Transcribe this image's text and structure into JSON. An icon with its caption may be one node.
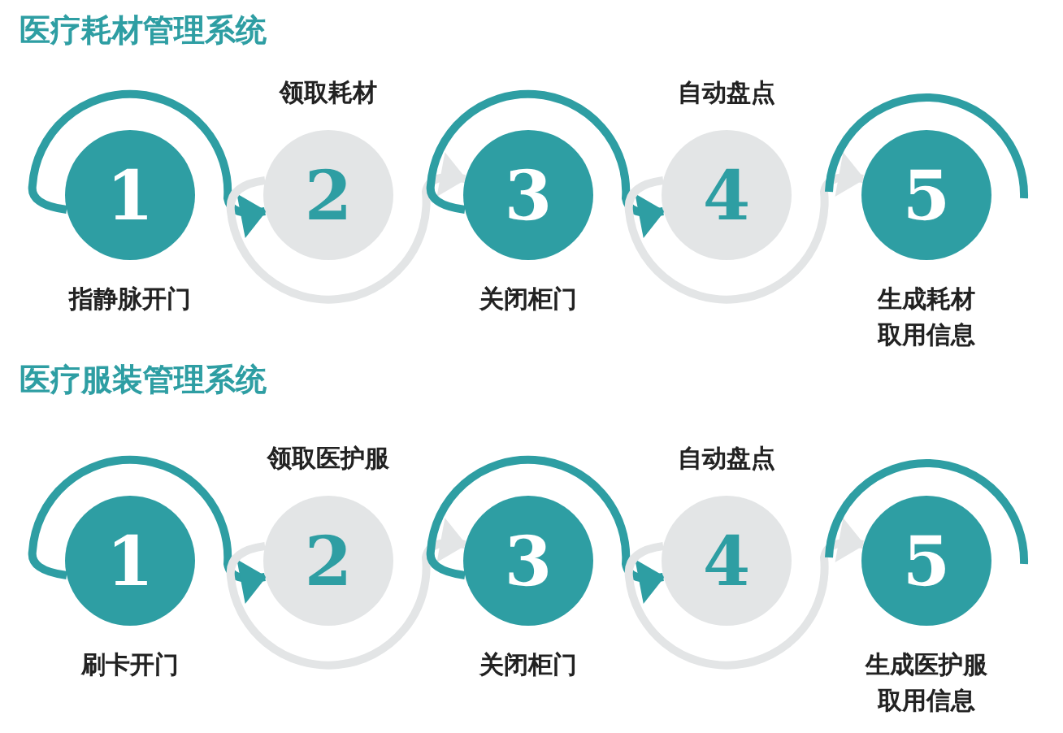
{
  "diagram": {
    "nodes": [
      {
        "text": [
          "1"
        ],
        "beside": [
          "指静脉开门"
        ]
      },
      {
        "text": [
          "2"
        ],
        "beside": [
          "领取耗材"
        ]
      },
      {
        "text": [
          "3"
        ],
        "beside": [
          "关闭柜门"
        ]
      },
      {
        "text": [
          "4"
        ],
        "beside": [
          "自动盘点"
        ]
      },
      {
        "text": [
          "5"
        ],
        "beside": [
          "生成耗材取用信息"
        ]
      },
      {
        "text": [
          "1"
        ],
        "beside": [
          "刷卡开门"
        ]
      },
      {
        "text": [
          "2"
        ],
        "beside": [
          "领取医护服"
        ]
      },
      {
        "text": [
          "3"
        ],
        "beside": [
          "关闭柜门"
        ]
      },
      {
        "text": [
          "4"
        ],
        "beside": [
          "自动盘点"
        ]
      },
      {
        "text": [
          "5"
        ],
        "beside": [
          "生成医护服取用信息"
        ]
      }
    ],
    "edges": [
      {
        "from": 0,
        "to": 1,
        "arrow": "to"
      },
      {
        "from": 1,
        "to": 2,
        "arrow": "to",
        "color": "#e3e5e6"
      },
      {
        "from": 2,
        "to": 3,
        "arrow": "to"
      },
      {
        "from": 3,
        "to": 4,
        "arrow": "to",
        "color": "#e3e5e6"
      },
      {
        "from": 5,
        "to": 6,
        "arrow": "to"
      },
      {
        "from": 6,
        "to": 7,
        "arrow": "to",
        "color": "#e3e5e6"
      },
      {
        "from": 7,
        "to": 8,
        "arrow": "to"
      },
      {
        "from": 8,
        "to": 9,
        "arrow": "to",
        "color": "#e3e5e6"
      }
    ],
    "labels": [
      "医疗耗材管理系统",
      "医疗服装管理系统"
    ]
  }
}
